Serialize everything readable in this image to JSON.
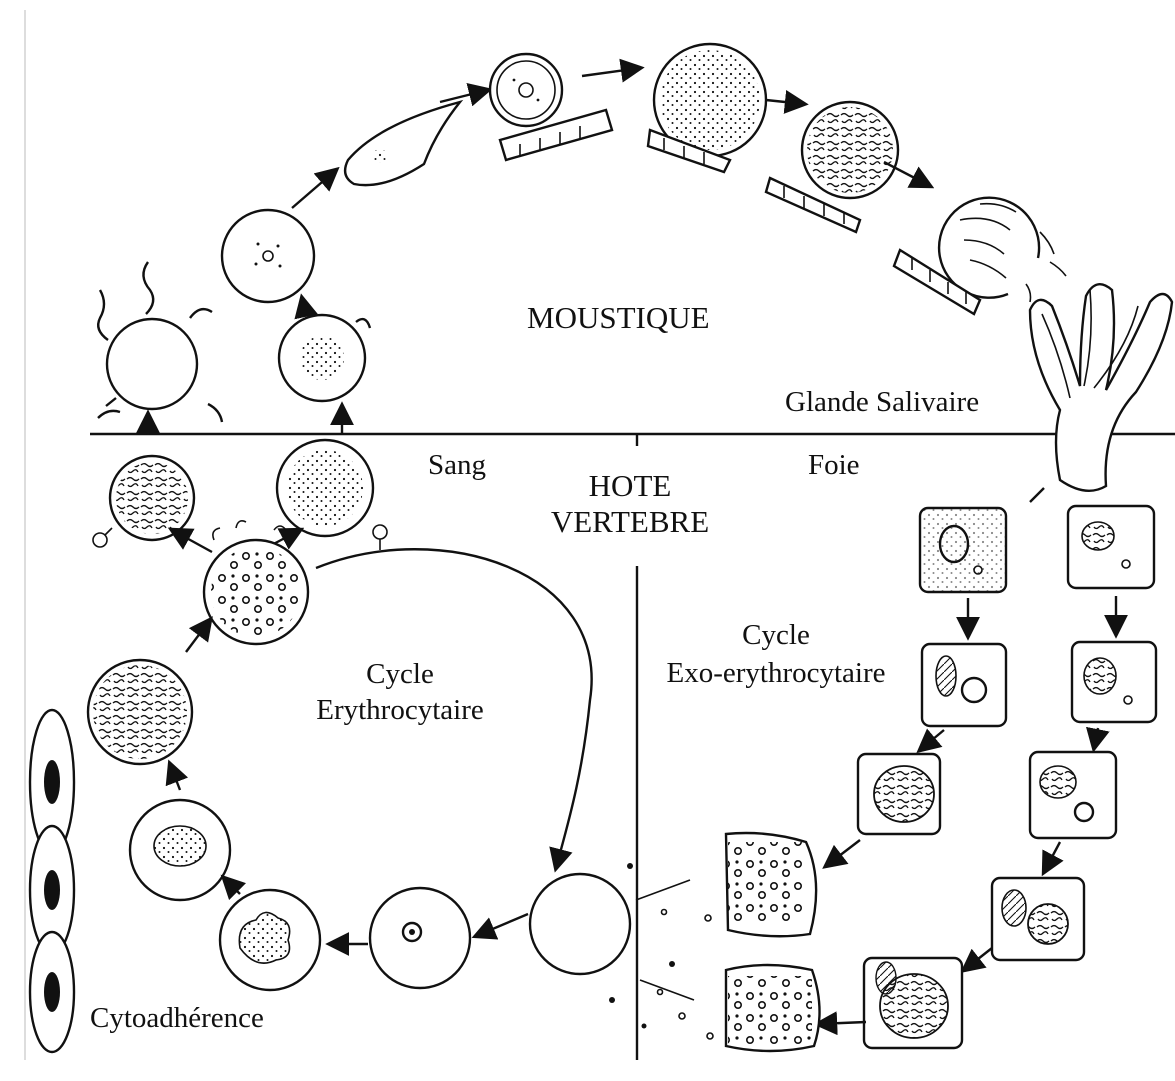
{
  "labels": {
    "moustique": "MOUSTIQUE",
    "glande_salivaire": "Glande Salivaire",
    "sang": "Sang",
    "foie": "Foie",
    "hote_line1": "HOTE",
    "hote_line2": "VERTEBRE",
    "cycle_erythro_line1": "Cycle",
    "cycle_erythro_line2": "Erythrocytaire",
    "cycle_exo_line1": "Cycle",
    "cycle_exo_line2": "Exo-erythrocytaire",
    "cytoadherence": "Cytoadhérence"
  },
  "symbols": {
    "male": "♂",
    "female": "♀"
  }
}
